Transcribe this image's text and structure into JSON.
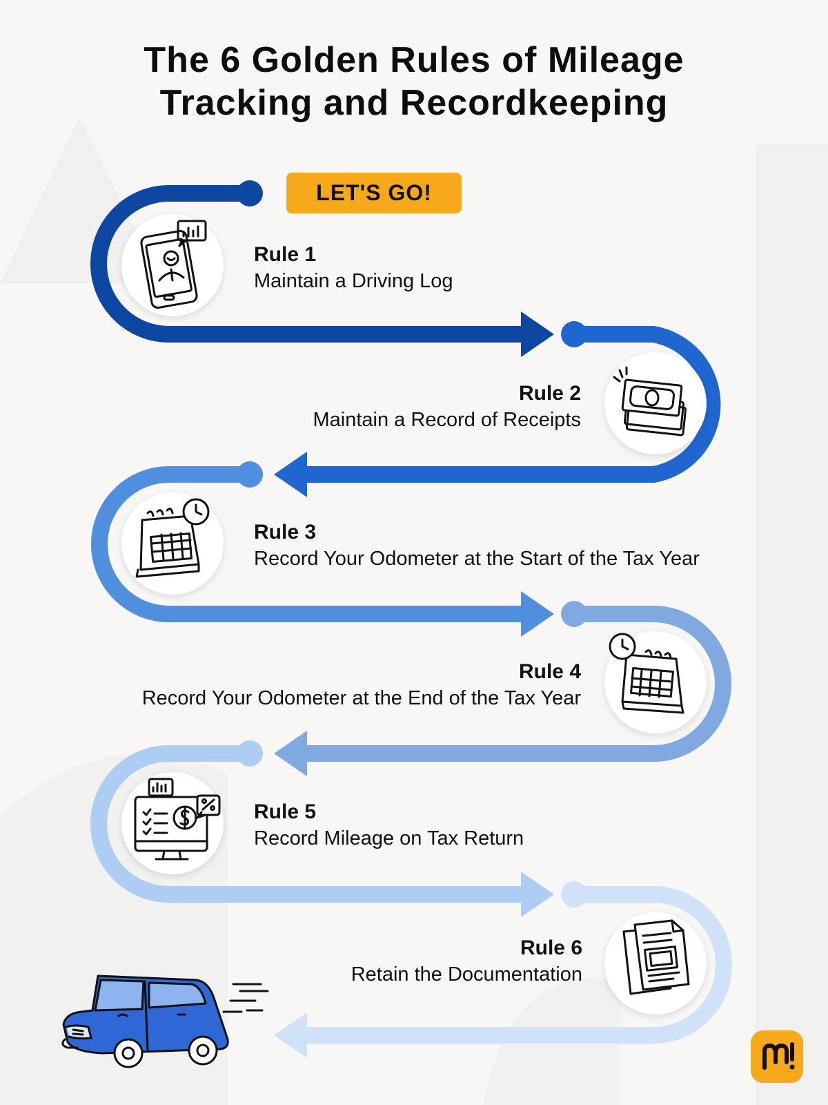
{
  "title": {
    "line1": "The 6 Golden Rules of Mileage",
    "line2": "Tracking and Recordkeeping"
  },
  "badge": {
    "label": "LET'S GO!"
  },
  "rules": [
    {
      "number": "Rule 1",
      "text": "Maintain a Driving Log",
      "icon": "phone-report-icon"
    },
    {
      "number": "Rule 2",
      "text": "Maintain a Record of Receipts",
      "icon": "money-stack-icon"
    },
    {
      "number": "Rule 3",
      "text": "Record Your Odometer at the Start of the Tax Year",
      "icon": "calendar-clock-icon"
    },
    {
      "number": "Rule 4",
      "text": "Record Your Odometer at the End of the Tax Year",
      "icon": "calendar-clock-icon"
    },
    {
      "number": "Rule 5",
      "text": "Record Mileage on Tax Return",
      "icon": "computer-tax-icon"
    },
    {
      "number": "Rule 6",
      "text": "Retain the Documentation",
      "icon": "documents-icon"
    }
  ],
  "colors": {
    "background": "#f8f7f5",
    "badge": "#f7a81b",
    "path_segments": [
      "#0d47a1",
      "#1f66d1",
      "#4f8fdd",
      "#7fa9e0",
      "#aecdf2",
      "#cfe2f8"
    ]
  },
  "logo": {
    "text": "M!"
  }
}
